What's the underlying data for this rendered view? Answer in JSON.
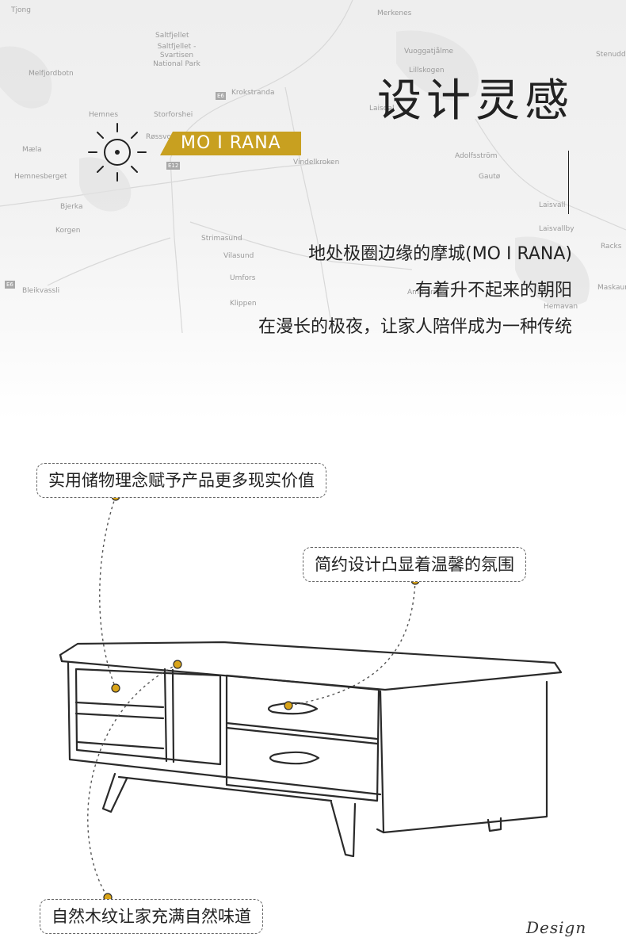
{
  "map": {
    "places": [
      "Tjong",
      "Saltfjellet",
      "Saltfjellet -Svartisen National Park",
      "Merkenes",
      "Vuoggatjålme",
      "Stenudd",
      "Melfjordbotn",
      "Krokstranda",
      "Storforshei",
      "Røssvoll",
      "Mæla",
      "Hemnesberget",
      "Bjerka",
      "Korgen",
      "Vindelkroken",
      "Laisdal",
      "Adolfsström",
      "Gautø",
      "Laisvall",
      "Laisvallby",
      "Strimasund",
      "Vilasund",
      "Umfors",
      "Klippen",
      "Ammarnäs",
      "Bleikvassli",
      "Racks",
      "Maskaur",
      "Hemnes",
      "Hemavan",
      "Lillskogen"
    ],
    "roads": [
      "E6",
      "E12",
      "E6"
    ]
  },
  "header": {
    "title": "设计灵感",
    "brand": "MO I RANA",
    "lines": [
      "地处极圈边缘的摩城(MO I RANA)",
      "有着升不起来的朝阳",
      "在漫长的极夜，让家人陪伴成为一种传统"
    ]
  },
  "callouts": {
    "storage": "实用储物理念赋予产品更多现实价值",
    "design": "简约设计凸显着温馨的氛围",
    "wood": "自然木纹让家充满自然味道"
  },
  "signature": "Design",
  "colors": {
    "accent": "#c8a020",
    "text": "#222222",
    "map": "#eeeeee"
  }
}
